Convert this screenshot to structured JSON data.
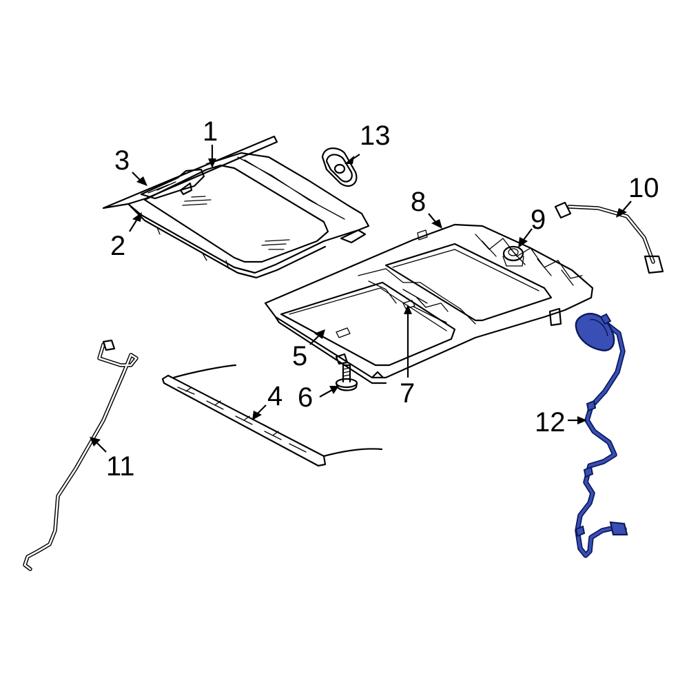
{
  "diagram": {
    "callouts": [
      "1",
      "2",
      "3",
      "4",
      "5",
      "6",
      "7",
      "8",
      "9",
      "10",
      "11",
      "12",
      "13"
    ],
    "colors": {
      "line": "#000000",
      "highlight_fill": "#3a4fb5",
      "highlight_stroke": "#0b1a5c",
      "background": "#ffffff"
    },
    "highlighted_part": "12"
  }
}
